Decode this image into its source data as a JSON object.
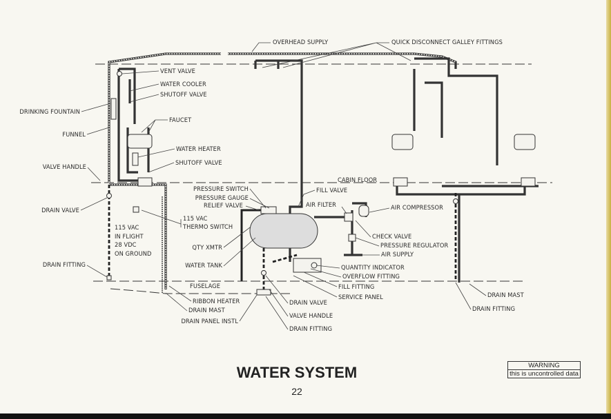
{
  "labels": {
    "overhead_supply": "OVERHEAD SUPPLY",
    "quick_disconnect": "QUICK DISCONNECT GALLEY FITTINGS",
    "vent_valve": "VENT VALVE",
    "water_cooler": "WATER COOLER",
    "shutoff_valve_1": "SHUTOFF VALVE",
    "drinking_fountain": "DRINKING FOUNTAIN",
    "faucet": "FAUCET",
    "funnel": "FUNNEL",
    "water_heater": "WATER HEATER",
    "shutoff_valve_2": "SHUTOFF VALVE",
    "valve_handle_1": "VALVE HANDLE",
    "cabin_floor": "CABIN FLOOR",
    "pressure_switch": "PRESSURE SWITCH",
    "fill_valve": "FILL VALVE",
    "pressure_gauge": "PRESSURE GAUGE",
    "relief_valve": "RELIEF VALVE",
    "air_filter": "AIR FILTER",
    "air_compressor": "AIR COMPRESSOR",
    "drain_valve_1": "DRAIN VALVE",
    "thermo_volt": "115 VAC",
    "thermo_switch": "THERMO SWITCH",
    "power_1": "115 VAC",
    "power_2": "IN FLIGHT",
    "power_3": "28 VDC",
    "power_4": "ON GROUND",
    "check_valve": "CHECK VALVE",
    "qty_xmtr": "QTY XMTR",
    "pressure_regulator": "PRESSURE REGULATOR",
    "air_supply": "AIR SUPPLY",
    "drain_fitting_1": "DRAIN FITTING",
    "water_tank": "WATER TANK",
    "quantity_indicator": "QUANTITY INDICATOR",
    "overflow_fitting": "OVERFLOW FITTING",
    "fuselage": "FUSELAGE",
    "fill_fitting": "FILL FITTING",
    "service_panel": "SERVICE PANEL",
    "drain_mast_right": "DRAIN MAST",
    "ribbon_heater": "RIBBON HEATER",
    "drain_valve_2": "DRAIN VALVE",
    "drain_mast_left": "DRAIN MAST",
    "drain_fitting_right": "DRAIN FITTING",
    "valve_handle_2": "VALVE HANDLE",
    "drain_panel_instl": "DRAIN PANEL INSTL",
    "drain_fitting_2": "DRAIN FITTING"
  },
  "title": "WATER SYSTEM",
  "page_number": "22",
  "warning": {
    "heading": "WARNING",
    "text": "this is uncontrolled data"
  }
}
